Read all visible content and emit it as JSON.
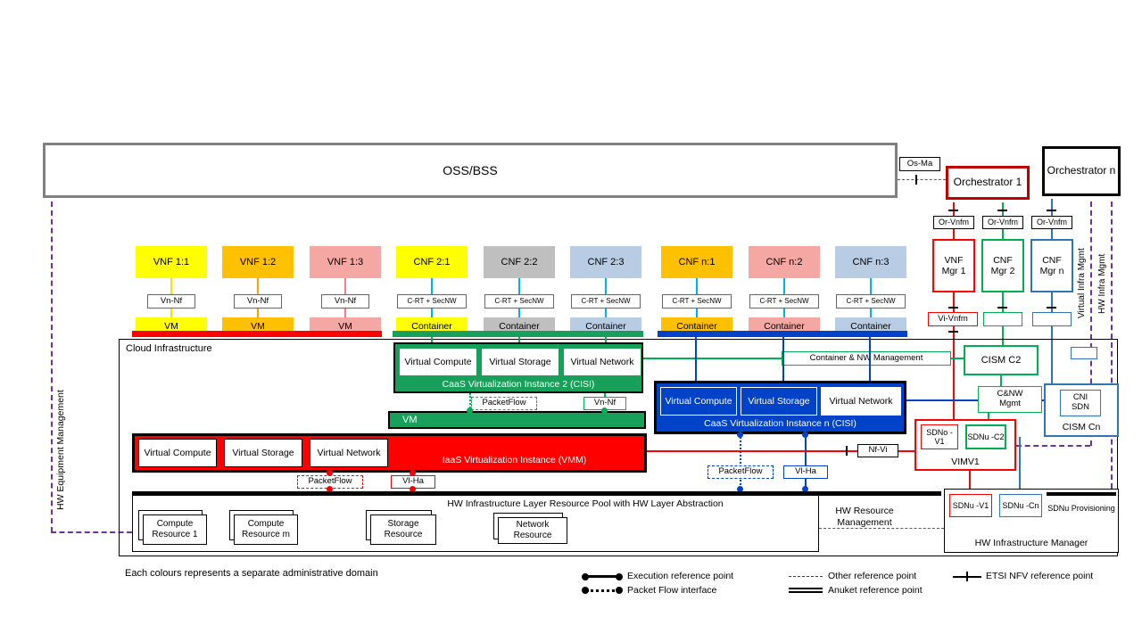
{
  "palette": {
    "yellow": "#FFFF00",
    "orange": "#FFC000",
    "pink": "#F4A7A3",
    "gray": "#BFBFBF",
    "light_blue": "#B8CCE4",
    "green": "#18A05A",
    "green_accent": "#00B050",
    "blue": "#0042C8",
    "blue_accent": "#2E75B6",
    "red": "#FF0000",
    "dark_red": "#C00000",
    "purple": "#7030A0",
    "cyan": "#00B0F0"
  },
  "top": {
    "oss": "OSS/BSS",
    "os_ma": "Os-Ma",
    "orchestrator_1": "Orchestrator 1",
    "orchestrator_n": "Orchestrator n",
    "or_vnfm": [
      "Or-Vnfm",
      "Or-Vnfm",
      "Or-Vnfm"
    ],
    "managers": [
      "VNF Mgr 1",
      "CNF Mgr 2",
      "CNF Mgr n"
    ],
    "vi_vnfm": "Vi-Vnfm"
  },
  "nf_columns": [
    {
      "nf": "VNF 1:1",
      "iface": "Vn-Nf",
      "unit": "VM",
      "color": "#FFFF00",
      "line": "#FFE100"
    },
    {
      "nf": "VNF 1:2",
      "iface": "Vn-Nf",
      "unit": "VM",
      "color": "#FFC000",
      "line": "#FFA000"
    },
    {
      "nf": "VNF 1:3",
      "iface": "Vn-Nf",
      "unit": "VM",
      "color": "#F4A7A3",
      "line": "#F37C7C"
    },
    {
      "nf": "CNF 2:1",
      "iface": "C-RT + SecNW",
      "unit": "Container",
      "color": "#FFFF00",
      "line": "#00B0F0"
    },
    {
      "nf": "CNF 2:2",
      "iface": "C-RT + SecNW",
      "unit": "Container",
      "color": "#BFBFBF",
      "line": "#00B0F0"
    },
    {
      "nf": "CNF 2:3",
      "iface": "C-RT + SecNW",
      "unit": "Container",
      "color": "#B8CCE4",
      "line": "#00B0F0"
    },
    {
      "nf": "CNF n:1",
      "iface": "C-RT + SecNW",
      "unit": "Container",
      "color": "#FFC000",
      "line": "#00B0F0"
    },
    {
      "nf": "CNF n:2",
      "iface": "C-RT + SecNW",
      "unit": "Container",
      "color": "#F4A7A3",
      "line": "#00B0F0"
    },
    {
      "nf": "CNF n:3",
      "iface": "C-RT + SecNW",
      "unit": "Container",
      "color": "#B8CCE4",
      "line": "#00B0F0"
    }
  ],
  "cloud": {
    "title": "Cloud Infrastructure",
    "caas2": {
      "cells": [
        "Virtual Compute",
        "Virtual Storage",
        "Virtual Network"
      ],
      "title": "CaaS Virtualization Instance 2 (CISI)"
    },
    "caasn": {
      "cells": [
        "Virtual Compute",
        "Virtual Storage",
        "Virtual Network"
      ],
      "title": "CaaS Virtualization Instance n (CISI)"
    },
    "vm_bar": "VM",
    "iaas": {
      "cells": [
        "Virtual Compute",
        "Virtual Storage",
        "Virtual Network"
      ],
      "title": "IaaS Virtualization Instance (VMM)"
    },
    "packetflow": "PacketFlow",
    "vn_nf": "Vn-Nf",
    "vl_ha": "Vl-Ha",
    "nf_vi": "Nf-Vi",
    "container_nw_mgmt": "Container & NW Management",
    "cism_c2": "CISM C2",
    "cnw_mgmt": "C&NW Mgmt",
    "cni_sdn": "CNI SDN",
    "cism_cn": "CISM Cn",
    "sdno_v1": "SDNo -V1",
    "sdnu_c2": "SDNu -C2",
    "vimv1": "VIMV1",
    "hw_layer": {
      "title": "HW Infrastructure Layer Resource Pool with HW Layer Abstraction",
      "resources": [
        "Compute Resource 1",
        "Compute Resource m",
        "Storage Resource",
        "Network Resource"
      ]
    }
  },
  "right_panel": {
    "hw_resource_mgmt": "HW Resource Management",
    "hw_infra_manager": "HW Infrastructure Manager",
    "sdnu_v1": "SDNu -V1",
    "sdnu_cn": "SDNu -Cn",
    "sdnu_provisioning": "SDNu Provisioning"
  },
  "side_labels": {
    "left": "HW Equipment Management",
    "virtual_infra": "Virtual Infra Mgmt",
    "hw_infra": "HW Infra Mgmt"
  },
  "legend": {
    "admin_note": "Each colours represents a separate administrative domain",
    "execution": "Execution reference point",
    "packet_flow": "Packet Flow interface",
    "other": "Other reference point",
    "anuket": "Anuket reference point",
    "etsi": "ETSI NFV reference point"
  }
}
